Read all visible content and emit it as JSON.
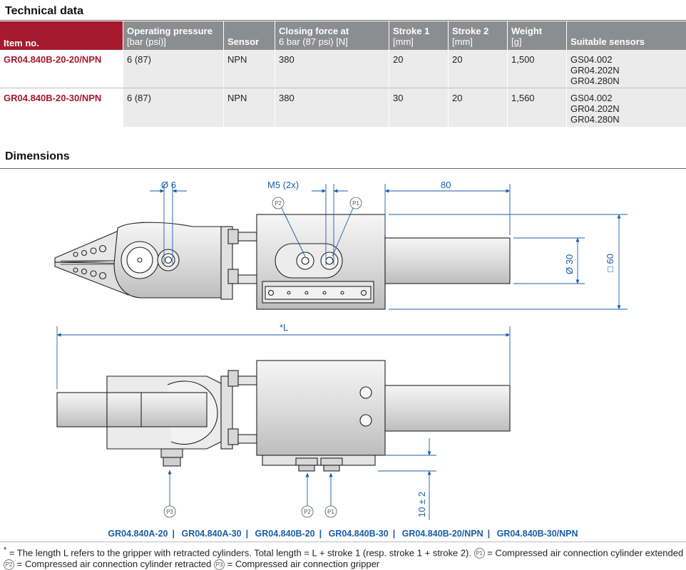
{
  "technical": {
    "title": "Technical data",
    "headers": [
      {
        "main": "Item no.",
        "unit": ""
      },
      {
        "main": "Operating pressure",
        "unit": "[bar (psi)]"
      },
      {
        "main": "Sensor",
        "unit": ""
      },
      {
        "main": "Closing force at",
        "unit": "6 bar (87 psi) [N]"
      },
      {
        "main": "Stroke 1",
        "unit": "[mm]"
      },
      {
        "main": "Stroke 2",
        "unit": "[mm]"
      },
      {
        "main": "Weight",
        "unit": "[g]"
      },
      {
        "main": "Suitable sensors",
        "unit": ""
      }
    ],
    "rows": [
      {
        "item": "GR04.840B-20-20/NPN",
        "pressure": "6 (87)",
        "sensor": "NPN",
        "force": "380",
        "stroke1": "20",
        "stroke2": "20",
        "weight": "1,500",
        "sensors": [
          "GS04.002",
          "GR04.202N",
          "GR04.280N"
        ]
      },
      {
        "item": "GR04.840B-20-30/NPN",
        "pressure": "6 (87)",
        "sensor": "NPN",
        "force": "380",
        "stroke1": "30",
        "stroke2": "20",
        "weight": "1,560",
        "sensors": [
          "GS04.002",
          "GR04.202N",
          "GR04.280N"
        ]
      }
    ]
  },
  "dimensions": {
    "title": "Dimensions",
    "labels": {
      "dia6": "Ø 6",
      "m5": "M5 (2x)",
      "len80": "80",
      "dia30": "Ø 30",
      "sq60": "□ 60",
      "lengthL": "*L",
      "ten": "10 ± 2",
      "p1": "P1",
      "p2": "P2",
      "p3": "P3"
    }
  },
  "variants": [
    "GR04.840A-20",
    "GR04.840A-30",
    "GR04.840B-20",
    "GR04.840B-30",
    "GR04.840B-20/NPN",
    "GR04.840B-30/NPN"
  ],
  "variant_separator": "|",
  "footnote": {
    "star": "*",
    "text1": " = The length L refers to the gripper with retracted cylinders. Total length = L + stroke 1 (resp. stroke 1 + stroke 2). ",
    "p1_text": " = Compressed air connection cylinder extended ",
    "p2_text": " = Compressed air connection cylinder retracted ",
    "p3_text": " = Compressed air connection gripper"
  }
}
